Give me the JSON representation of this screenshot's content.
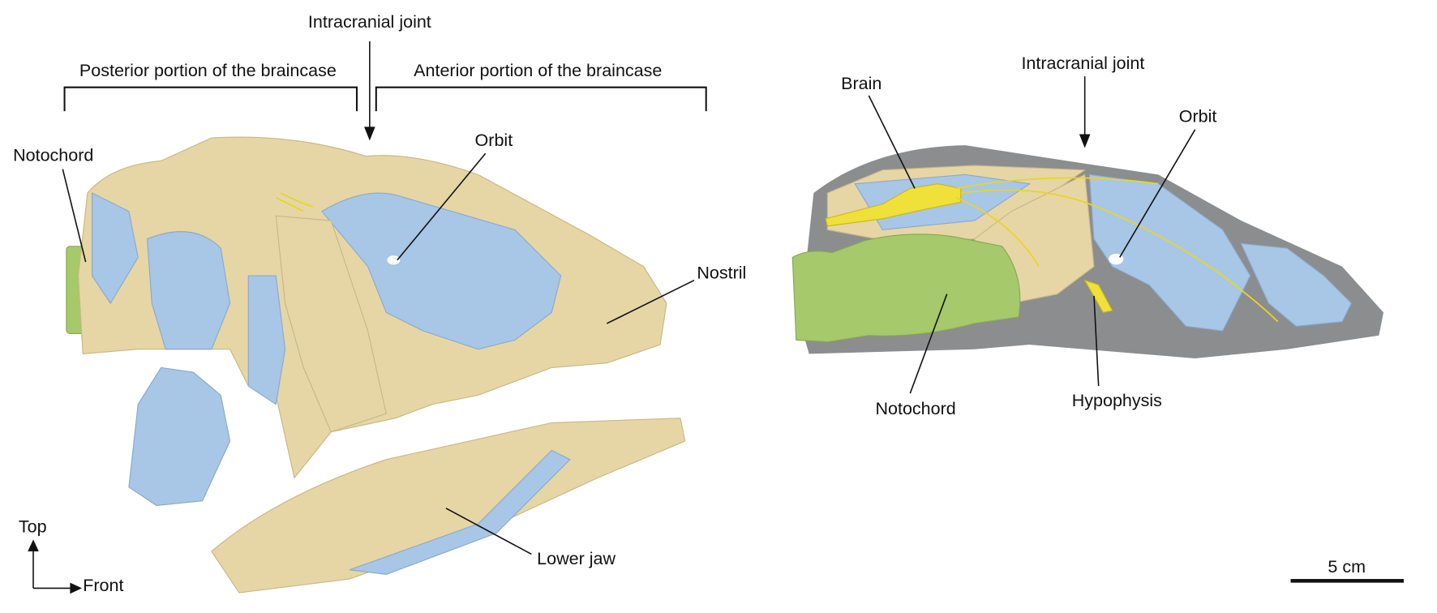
{
  "left_panel": {
    "labels": {
      "intracranial_joint": "Intracranial joint",
      "posterior": "Posterior portion of the braincase",
      "anterior": "Anterior portion of the braincase",
      "notochord": "Notochord",
      "orbit": "Orbit",
      "nostril": "Nostril",
      "lower_jaw": "Lower jaw"
    },
    "orientation": {
      "top": "Top",
      "front": "Front"
    }
  },
  "right_panel": {
    "labels": {
      "brain": "Brain",
      "intracranial_joint": "Intracranial joint",
      "orbit": "Orbit",
      "notochord": "Notochord",
      "hypophysis": "Hypophysis"
    },
    "scale_bar": "5 cm"
  },
  "colors": {
    "bone": "#e6d6a6",
    "cartilage": "#a8c6e6",
    "notochord": "#a5c96b",
    "section": "#8b8d8f",
    "brain": "#efe03a"
  }
}
